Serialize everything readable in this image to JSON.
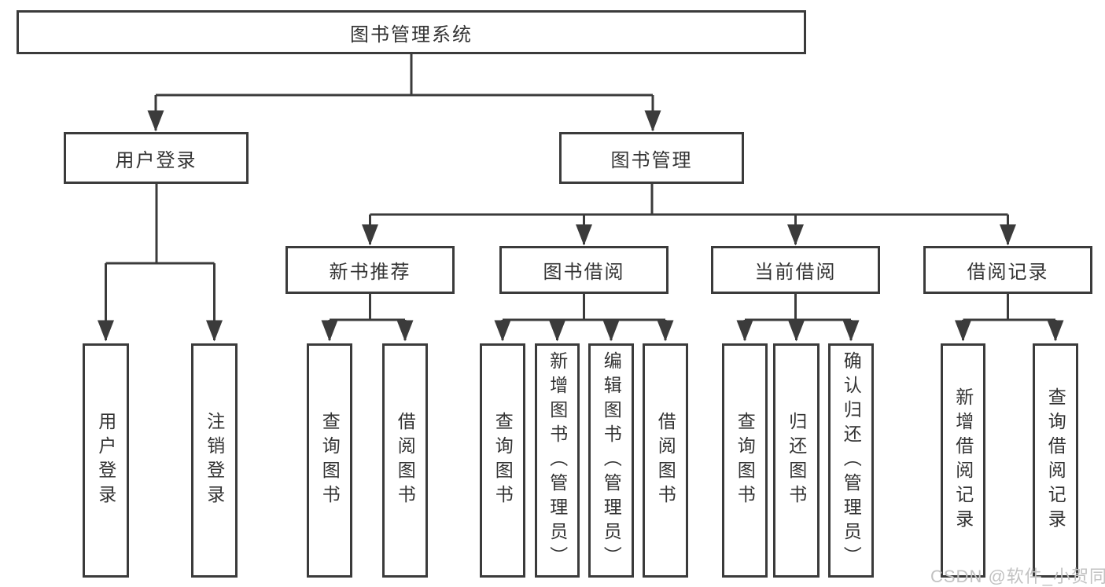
{
  "colors": {
    "line_color": "#3b3b3b",
    "text_color": "#333333",
    "watermark_color": "#c2c2c2",
    "background": "#ffffff"
  },
  "watermark": {
    "text": "CSDN @软件_小贺同学"
  },
  "tree": {
    "label": "图书管理系统",
    "children": [
      {
        "label": "用户登录",
        "children": [
          {
            "label": "用户登录"
          },
          {
            "label": "注销登录"
          }
        ]
      },
      {
        "label": "图书管理",
        "children": [
          {
            "label": "新书推荐",
            "children": [
              {
                "label": "查询图书"
              },
              {
                "label": "借阅图书"
              }
            ]
          },
          {
            "label": "图书借阅",
            "children": [
              {
                "label": "查询图书"
              },
              {
                "label": "新增图书（管理员）"
              },
              {
                "label": "编辑图书（管理员）"
              },
              {
                "label": "借阅图书"
              }
            ]
          },
          {
            "label": "当前借阅",
            "children": [
              {
                "label": "查询图书"
              },
              {
                "label": "归还图书"
              },
              {
                "label": "确认归还（管理员）"
              }
            ]
          },
          {
            "label": "借阅记录",
            "children": [
              {
                "label": "新增借阅记录"
              },
              {
                "label": "查询借阅记录"
              }
            ]
          }
        ]
      }
    ]
  }
}
